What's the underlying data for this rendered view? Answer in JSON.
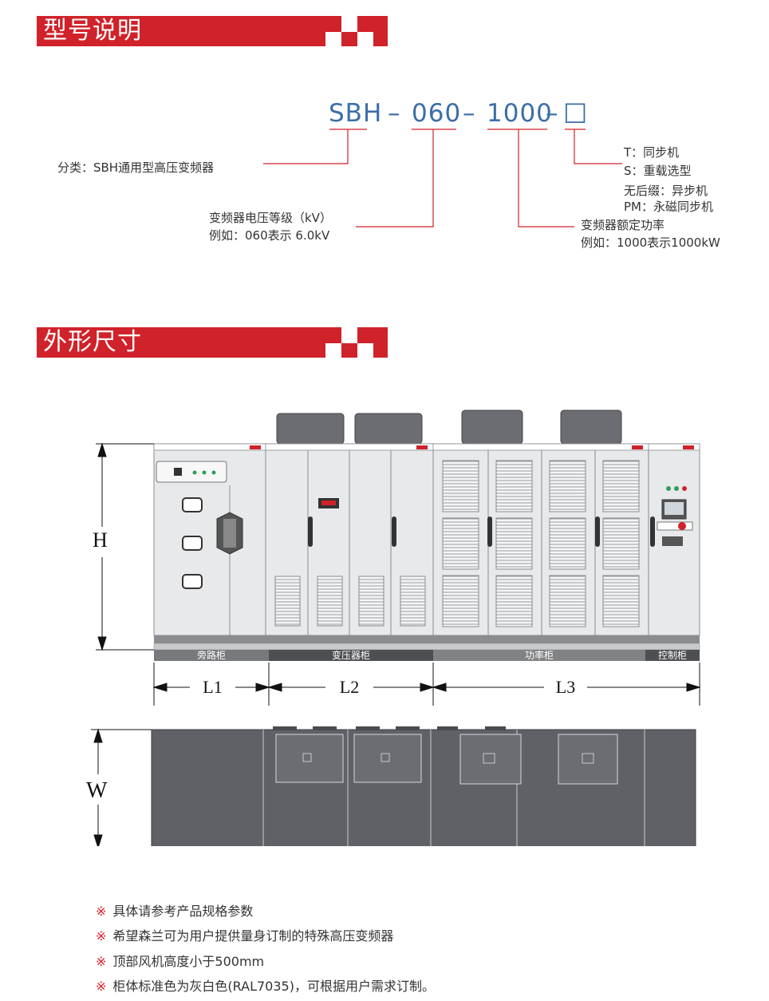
{
  "section1": {
    "title": "型号说明"
  },
  "model_code": {
    "series": "SBH",
    "sep1": "–",
    "voltage": "060",
    "sep2": "–",
    "power": "1000",
    "sep3": "–",
    "box": "□"
  },
  "labels": {
    "category": "分类：SBH通用型高压变频器",
    "voltage_title": "变频器电压等级（kV）",
    "voltage_example": "例如：060表示 6.0kV",
    "power_title": "变频器额定功率",
    "power_example": "例如：1000表示1000kW",
    "suffix_t": "T：同步机",
    "suffix_s": "S：重载选型",
    "suffix_none": "无后缀：异步机",
    "suffix_pm": "PM：永磁同步机"
  },
  "section2": {
    "title": "外形尺寸"
  },
  "front_view": {
    "dim_h": "H",
    "cabinets": [
      "旁路柜",
      "变压器柜",
      "功率柜",
      "控制柜"
    ],
    "dims": [
      "L1",
      "L2",
      "L3"
    ]
  },
  "top_view": {
    "dim_w": "W"
  },
  "notes": {
    "mark": "※",
    "items": [
      "具体请参考产品规格参数",
      "希望森兰可为用户提供量身订制的特殊高压变频器",
      "顶部风机高度小于500mm",
      "柜体标准色为灰白色(RAL7035)，可根据用户需求订制。"
    ]
  },
  "colors": {
    "accent": "#d0222a",
    "code_blue": "#3b6ea8",
    "cabinet": "#e6e8ea",
    "top_view": "#6b6d72"
  }
}
